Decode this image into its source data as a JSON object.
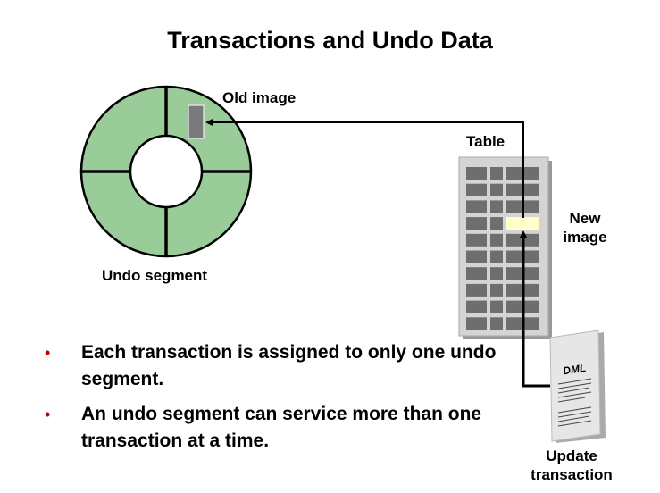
{
  "title": "Transactions and Undo Data",
  "labels": {
    "old_image": "Old image",
    "table": "Table",
    "new_image": "New image",
    "undo_segment": "Undo segment",
    "update_transaction": "Update transaction",
    "dml": "DML"
  },
  "bullets": [
    "Each transaction is assigned to only one undo segment.",
    "An undo segment can service more than one transaction at a time."
  ],
  "colors": {
    "segment": "#99cc99",
    "cell": "#6e6e6e",
    "highlight": "#ffffcc",
    "bullet": "#c00000"
  }
}
